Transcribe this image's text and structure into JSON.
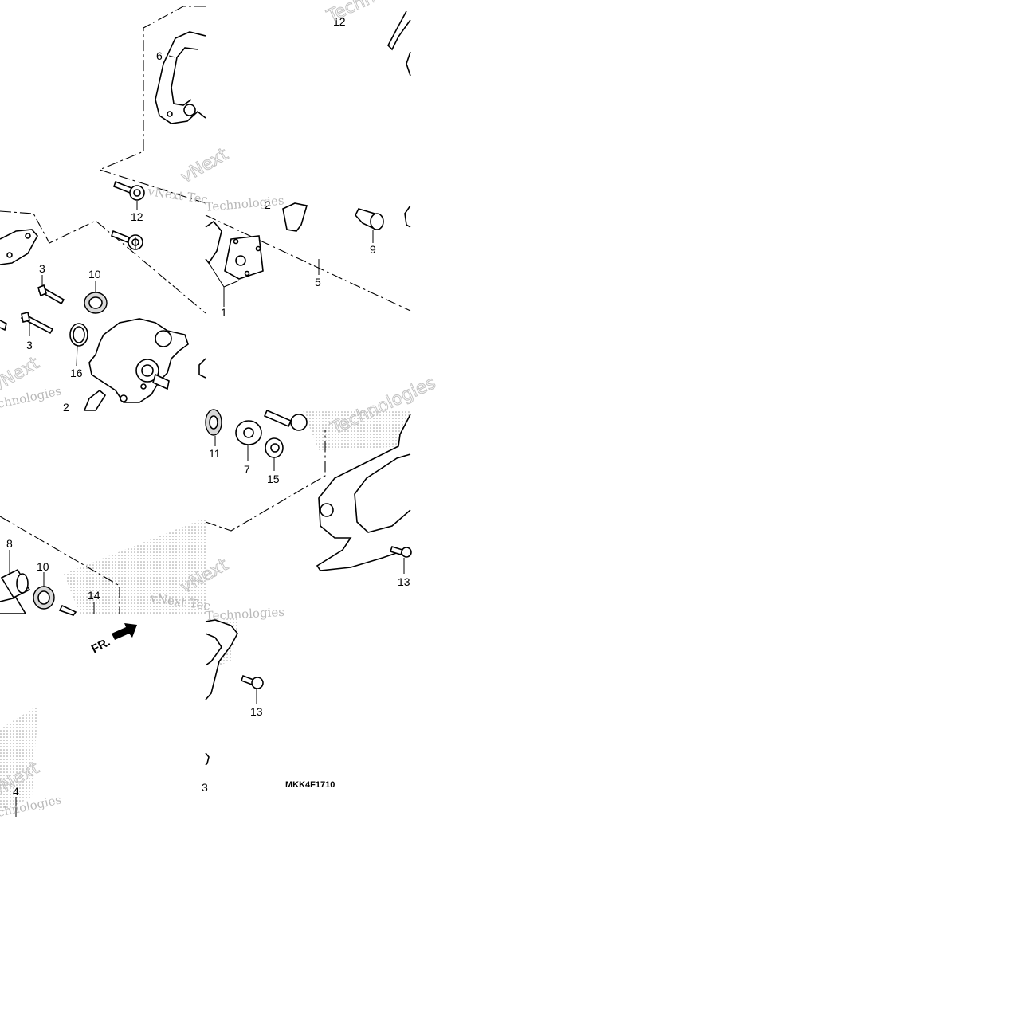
{
  "diagram": {
    "code": "MKK4F1710",
    "direction_marker": "FR.",
    "watermark": {
      "brand": "vNext",
      "text": "Technologies",
      "partial_a": "vNext Tec",
      "partial_b": "chnologies"
    },
    "callouts": {
      "n1": "1",
      "n2": "2",
      "n3": "3",
      "n4": "4",
      "n5": "5",
      "n6": "6",
      "n7": "7",
      "n8": "8",
      "n9": "9",
      "n10": "10",
      "n11": "11",
      "n12": "12",
      "n13": "13",
      "n14": "14",
      "n15": "15",
      "n16": "16"
    },
    "colors": {
      "line": "#000000",
      "background": "#ffffff",
      "watermark": "#b9b9b9",
      "stipple": "#9a9a9a"
    }
  }
}
